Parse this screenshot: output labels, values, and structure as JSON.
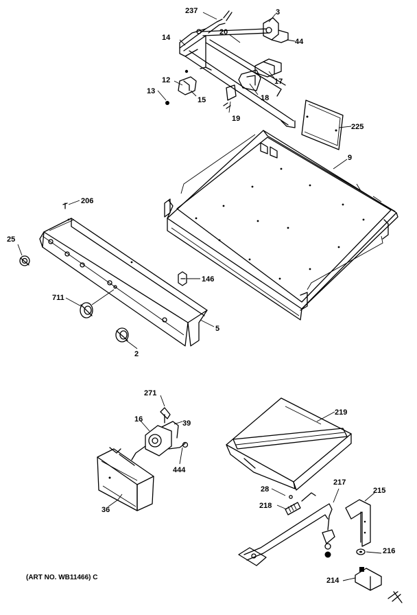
{
  "callouts": [
    {
      "id": "237",
      "label": "237"
    },
    {
      "id": "3",
      "label": "3"
    },
    {
      "id": "14",
      "label": "14"
    },
    {
      "id": "20",
      "label": "20"
    },
    {
      "id": "44",
      "label": "44"
    },
    {
      "id": "17",
      "label": "17"
    },
    {
      "id": "12",
      "label": "12"
    },
    {
      "id": "13",
      "label": "13"
    },
    {
      "id": "15",
      "label": "15"
    },
    {
      "id": "18",
      "label": "18"
    },
    {
      "id": "19",
      "label": "19"
    },
    {
      "id": "225",
      "label": "225"
    },
    {
      "id": "9",
      "label": "9"
    },
    {
      "id": "206",
      "label": "206"
    },
    {
      "id": "25",
      "label": "25"
    },
    {
      "id": "146",
      "label": "146"
    },
    {
      "id": "711",
      "label": "711"
    },
    {
      "id": "5",
      "label": "5"
    },
    {
      "id": "2",
      "label": "2"
    },
    {
      "id": "271",
      "label": "271"
    },
    {
      "id": "16",
      "label": "16"
    },
    {
      "id": "39",
      "label": "39"
    },
    {
      "id": "444",
      "label": "444"
    },
    {
      "id": "36",
      "label": "36"
    },
    {
      "id": "219",
      "label": "219"
    },
    {
      "id": "28",
      "label": "28"
    },
    {
      "id": "217",
      "label": "217"
    },
    {
      "id": "215",
      "label": "215"
    },
    {
      "id": "218",
      "label": "218"
    },
    {
      "id": "216",
      "label": "216"
    },
    {
      "id": "214",
      "label": "214"
    }
  ],
  "footer": {
    "art_number": "(ART NO. WB11466) C"
  }
}
